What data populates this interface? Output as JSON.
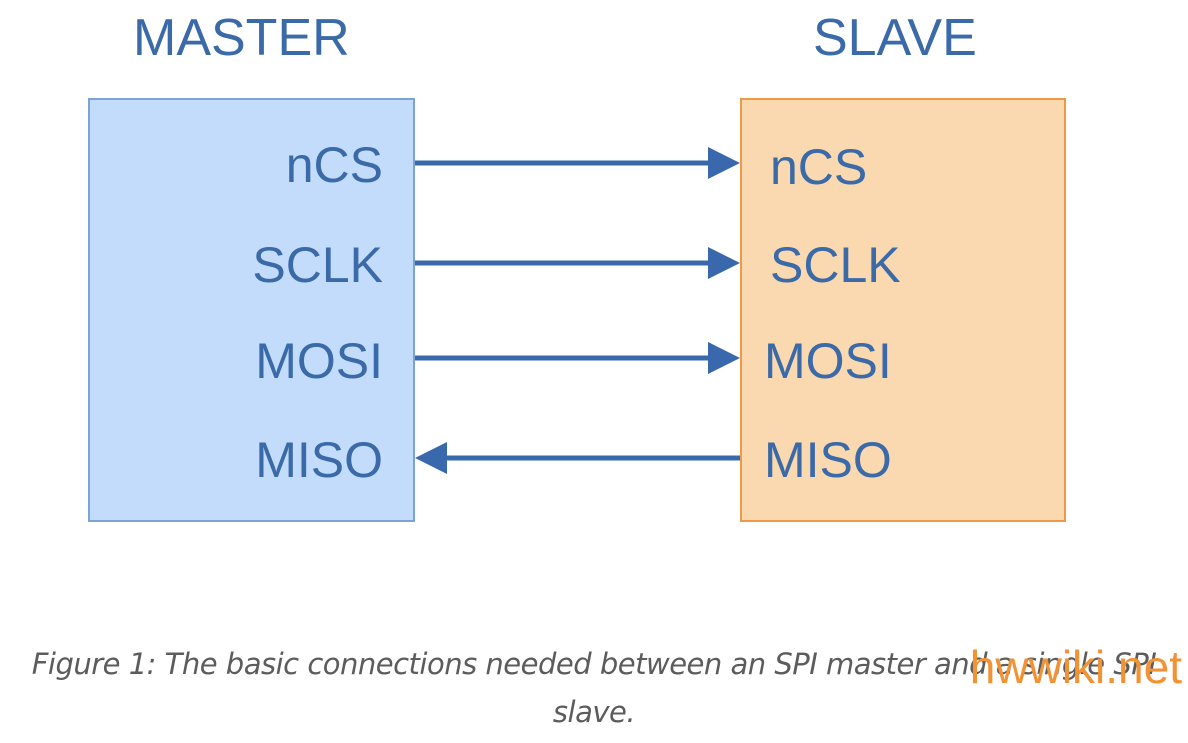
{
  "diagram": {
    "master": {
      "title": "MASTER",
      "fill": "#c4dcfb",
      "border": "#7da3d6",
      "signals": [
        "nCS",
        "SCLK",
        "MOSI",
        "MISO"
      ]
    },
    "slave": {
      "title": "SLAVE",
      "fill": "#fad8b0",
      "border": "#ec9a47",
      "signals": [
        "nCS",
        "SCLK",
        "MOSI",
        "MISO"
      ]
    },
    "connections": [
      {
        "signal": "nCS",
        "direction": "master-to-slave"
      },
      {
        "signal": "SCLK",
        "direction": "master-to-slave"
      },
      {
        "signal": "MOSI",
        "direction": "master-to-slave"
      },
      {
        "signal": "MISO",
        "direction": "slave-to-master"
      }
    ],
    "arrow_color": "#3a68ad",
    "text_color": "#3a6aa8"
  },
  "caption": {
    "line1": "Figure 1: The basic connections needed between an SPI master and a single SPI",
    "line2": "slave."
  },
  "watermark": "hwwiki.net"
}
